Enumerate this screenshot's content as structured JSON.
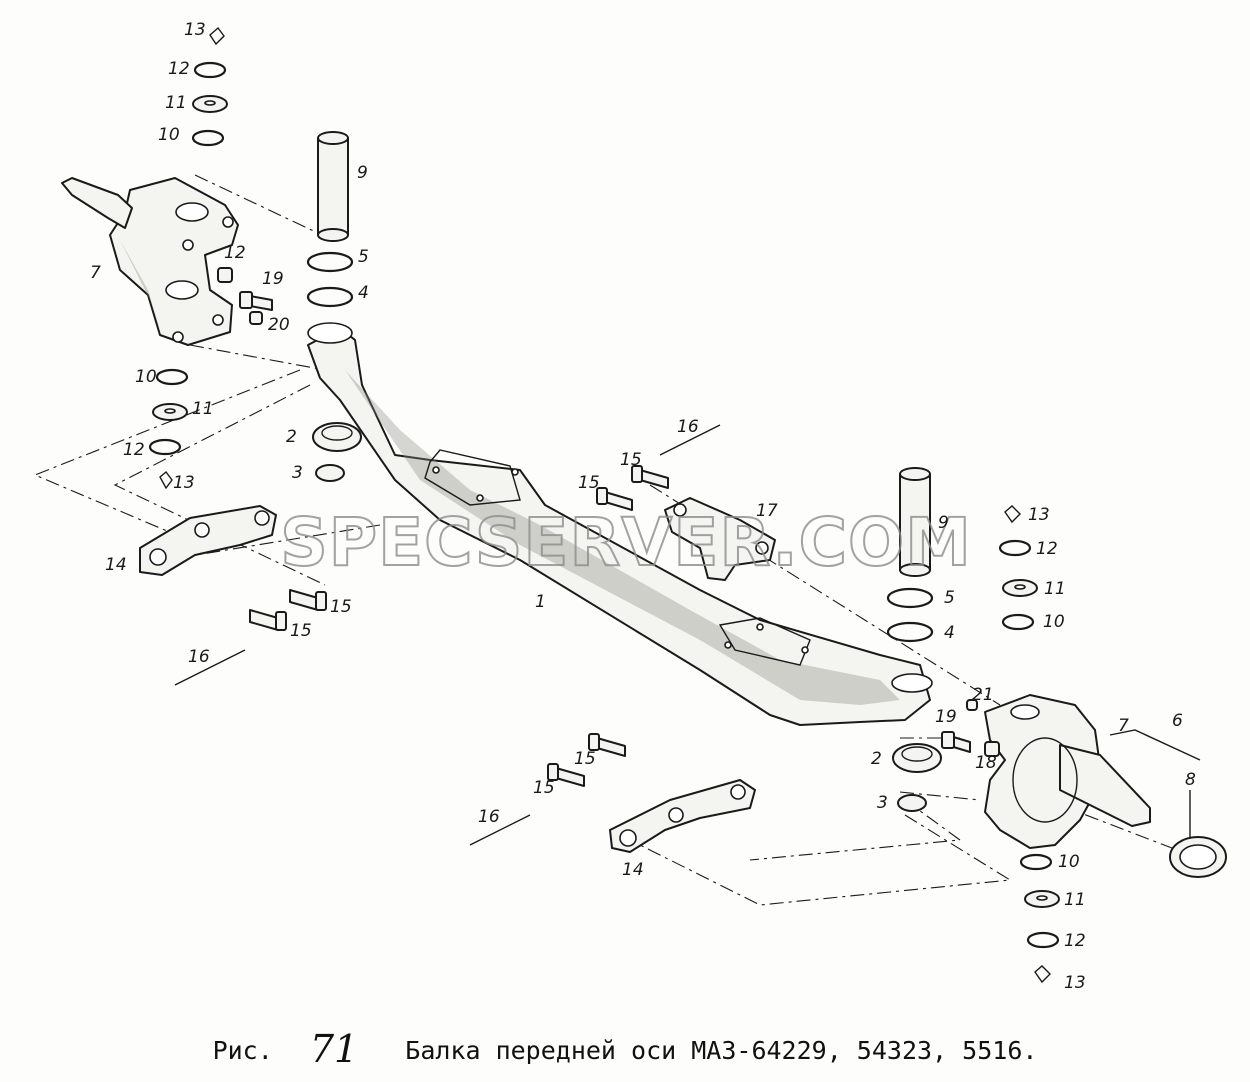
{
  "watermark": "SPECSERVER.COM",
  "caption": {
    "prefix": "Рис.",
    "number": "71",
    "title": "Балка передней оси МАЗ-64229, 54323, 5516."
  },
  "callouts": [
    {
      "id": "c1",
      "text": "1"
    },
    {
      "id": "c2a",
      "text": "2"
    },
    {
      "id": "c2b",
      "text": "2"
    },
    {
      "id": "c3a",
      "text": "3"
    },
    {
      "id": "c3b",
      "text": "3"
    },
    {
      "id": "c4a",
      "text": "4"
    },
    {
      "id": "c4b",
      "text": "4"
    },
    {
      "id": "c5a",
      "text": "5"
    },
    {
      "id": "c5b",
      "text": "5"
    },
    {
      "id": "c6",
      "text": "6"
    },
    {
      "id": "c7a",
      "text": "7"
    },
    {
      "id": "c7b",
      "text": "7"
    },
    {
      "id": "c8",
      "text": "8"
    },
    {
      "id": "c9a",
      "text": "9"
    },
    {
      "id": "c9b",
      "text": "9"
    },
    {
      "id": "c10a",
      "text": "10"
    },
    {
      "id": "c10b",
      "text": "10"
    },
    {
      "id": "c10c",
      "text": "10"
    },
    {
      "id": "c10d",
      "text": "10"
    },
    {
      "id": "c11a",
      "text": "11"
    },
    {
      "id": "c11b",
      "text": "11"
    },
    {
      "id": "c11c",
      "text": "11"
    },
    {
      "id": "c11d",
      "text": "11"
    },
    {
      "id": "c12a",
      "text": "12"
    },
    {
      "id": "c12b",
      "text": "12"
    },
    {
      "id": "c12c",
      "text": "12"
    },
    {
      "id": "c12d",
      "text": "12"
    },
    {
      "id": "c12e",
      "text": "12"
    },
    {
      "id": "c13a",
      "text": "13"
    },
    {
      "id": "c13b",
      "text": "13"
    },
    {
      "id": "c13c",
      "text": "13"
    },
    {
      "id": "c13d",
      "text": "13"
    },
    {
      "id": "c14a",
      "text": "14"
    },
    {
      "id": "c14b",
      "text": "14"
    },
    {
      "id": "c15a",
      "text": "15"
    },
    {
      "id": "c15b",
      "text": "15"
    },
    {
      "id": "c15c",
      "text": "15"
    },
    {
      "id": "c15d",
      "text": "15"
    },
    {
      "id": "c15e",
      "text": "15"
    },
    {
      "id": "c15f",
      "text": "15"
    },
    {
      "id": "c16a",
      "text": "16"
    },
    {
      "id": "c16b",
      "text": "16"
    },
    {
      "id": "c16c",
      "text": "16"
    },
    {
      "id": "c17",
      "text": "17"
    },
    {
      "id": "c18",
      "text": "18"
    },
    {
      "id": "c19a",
      "text": "19"
    },
    {
      "id": "c19b",
      "text": "19"
    },
    {
      "id": "c20",
      "text": "20"
    },
    {
      "id": "c21",
      "text": "21"
    }
  ]
}
